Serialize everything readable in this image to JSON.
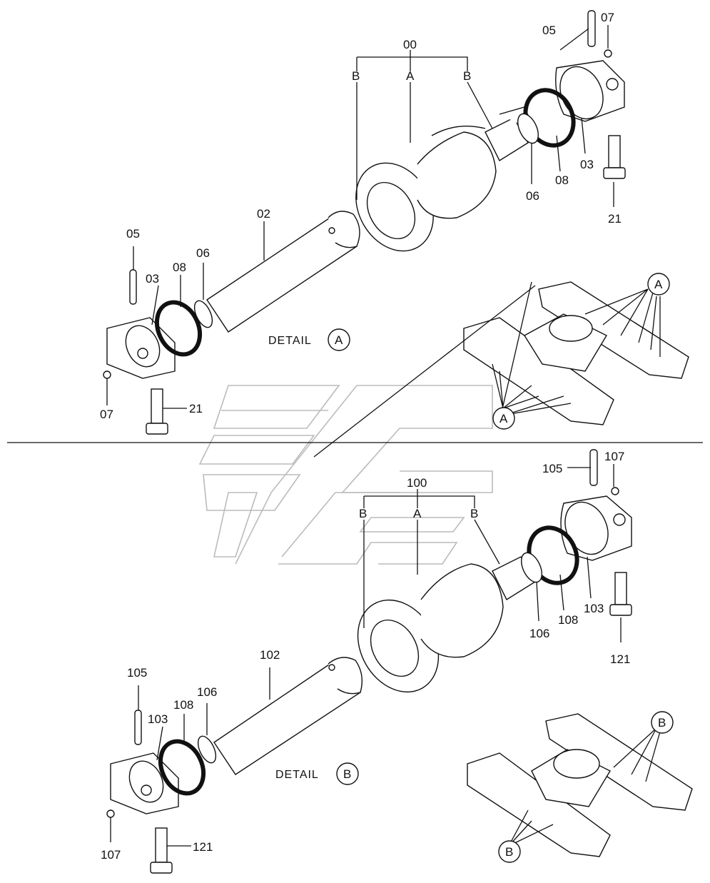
{
  "sections": [
    {
      "assembly_no": "00",
      "bracket_left": "B",
      "bracket_mid": "A",
      "bracket_right": "B",
      "shaft": "02",
      "collar_left": "03",
      "collar_right": "03",
      "pin_left": "05",
      "pin_right": "05",
      "ring_left": "06",
      "ring_right": "06",
      "plug_left": "07",
      "plug_right": "07",
      "seal_left": "08",
      "seal_right": "08",
      "bolt_left": "21",
      "bolt_right": "21",
      "detail_word": "DETAIL",
      "detail_letter": "A",
      "callout_top": "A",
      "callout_bottom": "A"
    },
    {
      "assembly_no": "100",
      "bracket_left": "B",
      "bracket_mid": "A",
      "bracket_right": "B",
      "shaft": "102",
      "collar_left": "103",
      "collar_right": "103",
      "pin_left": "105",
      "pin_right": "105",
      "ring_left": "106",
      "ring_right": "106",
      "plug_left": "107",
      "plug_right": "107",
      "seal_left": "108",
      "seal_right": "108",
      "bolt_left": "121",
      "bolt_right": "121",
      "detail_word": "DETAIL",
      "detail_letter": "B",
      "callout_top": "B",
      "callout_bottom": "B"
    }
  ]
}
